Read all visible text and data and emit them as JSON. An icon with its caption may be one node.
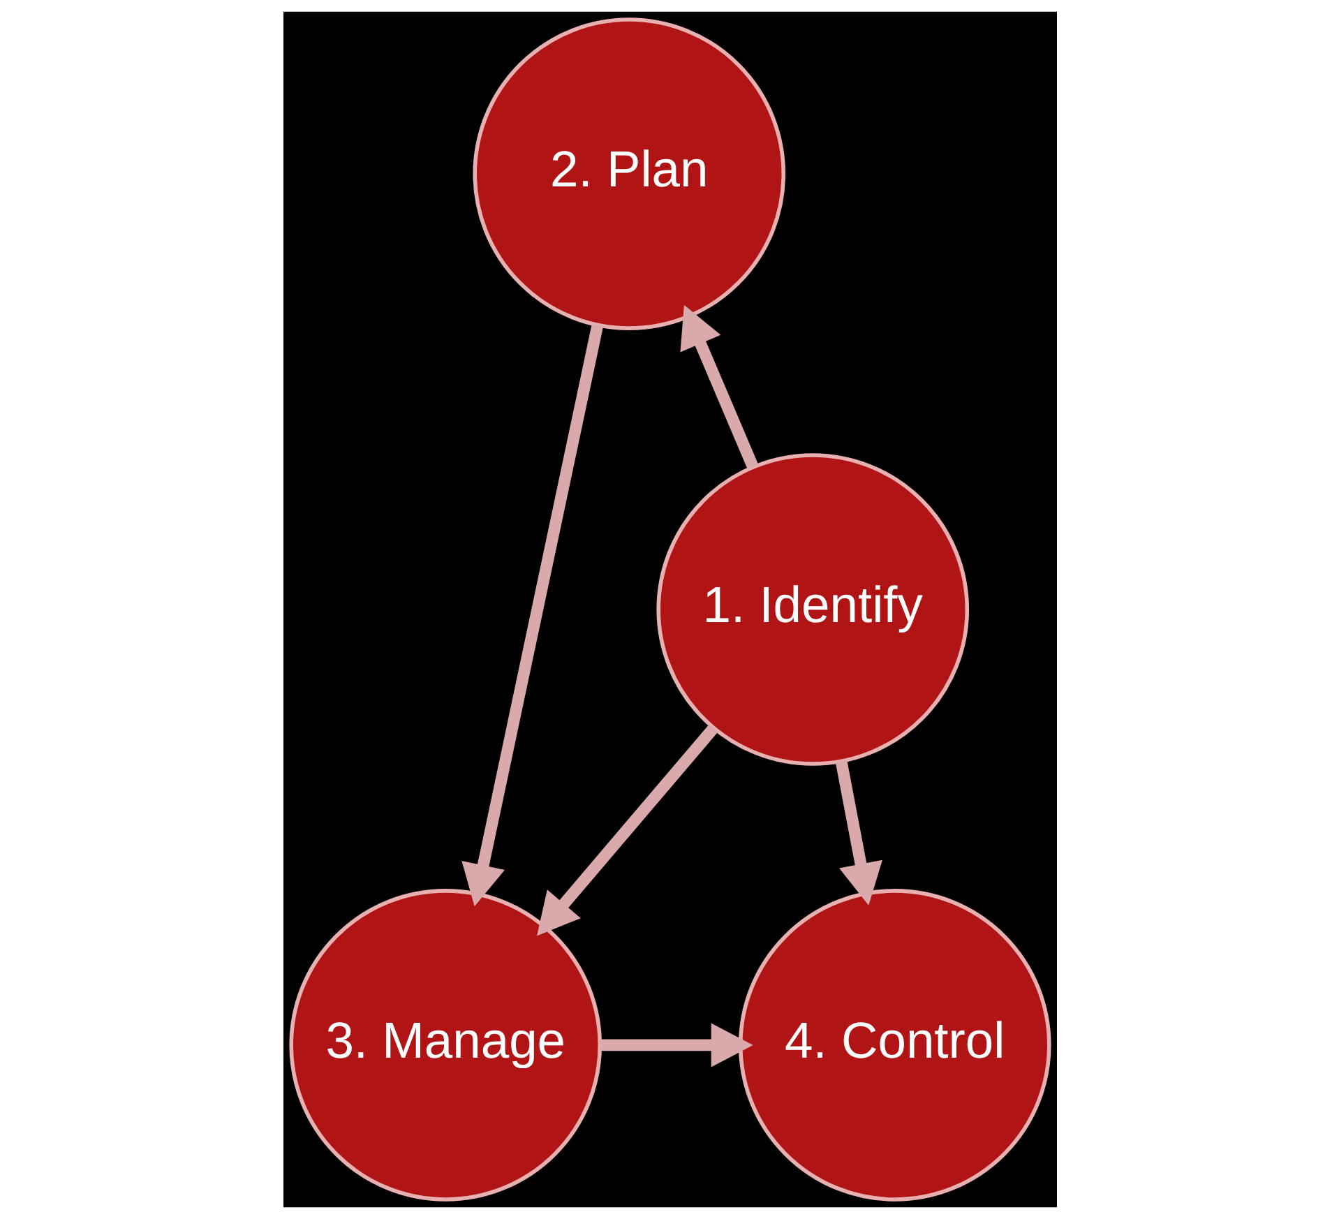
{
  "diagram": {
    "nodes": [
      {
        "text": [
          "1. Identify"
        ]
      },
      {
        "text": [
          "2. Plan"
        ]
      },
      {
        "text": [
          "3. Manage"
        ]
      },
      {
        "text": [
          "4. Control"
        ]
      }
    ],
    "edges": [
      {
        "from": 0,
        "to": 1,
        "arrow": "to"
      },
      {
        "from": 0,
        "to": 2,
        "arrow": "to"
      },
      {
        "from": 0,
        "to": 3,
        "arrow": "to"
      },
      {
        "from": 1,
        "to": 2,
        "arrow": "to"
      },
      {
        "from": 2,
        "to": 3,
        "arrow": "to"
      }
    ]
  }
}
